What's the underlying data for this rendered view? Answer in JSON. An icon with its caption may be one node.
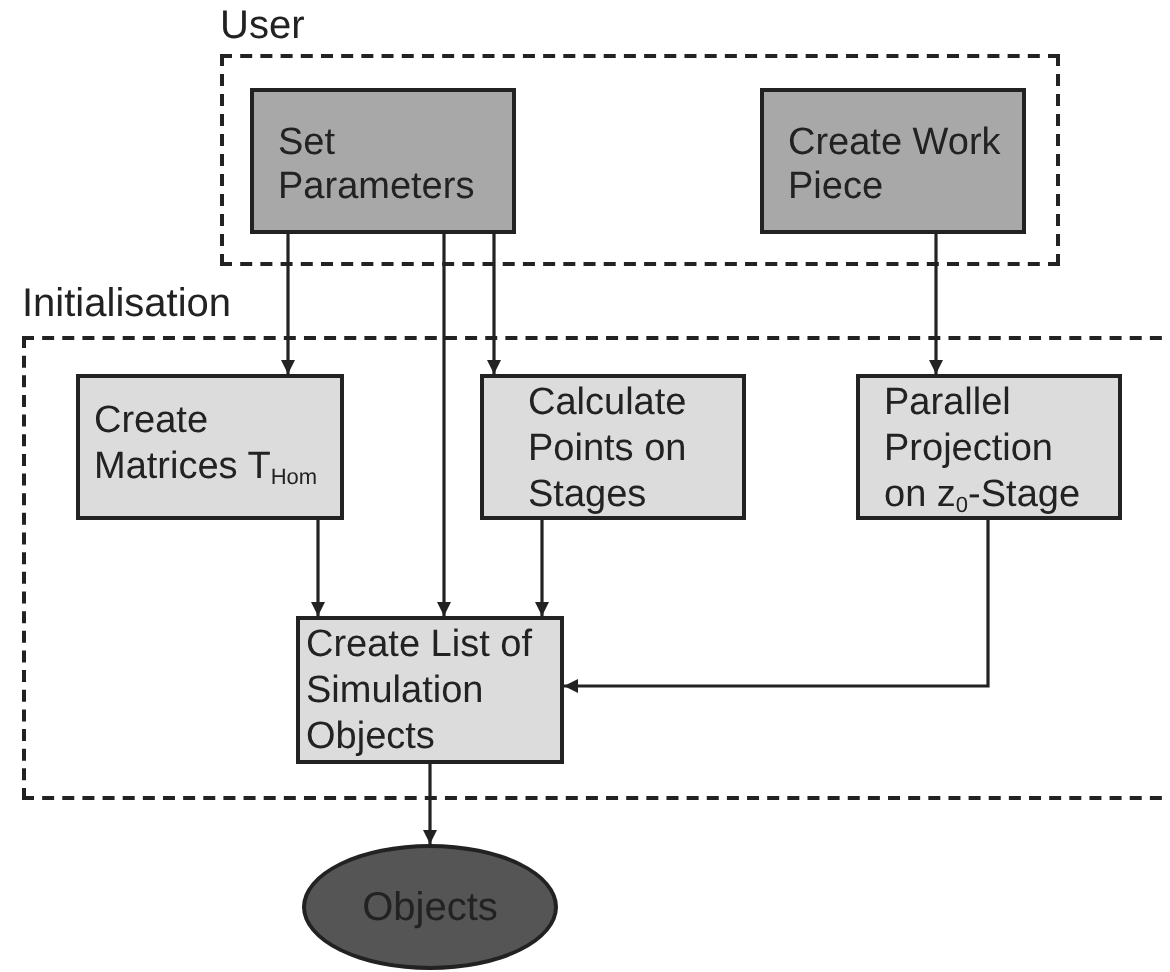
{
  "diagram": {
    "nodes": [
      {
        "text": [
          "User"
        ]
      },
      {
        "text": [
          "Set Parameters"
        ],
        "in": 0
      },
      {
        "text": [
          "Create Work Piece"
        ],
        "in": 0
      },
      {
        "text": [
          "Initialisation"
        ]
      },
      {
        "text": [
          "Create Matrices T$_{Hom}$"
        ],
        "in": 3
      },
      {
        "text": [
          "Calculate Points on Stages"
        ],
        "in": 3
      },
      {
        "text": [
          "Parallel Projection on z$_{0}$-Stage"
        ],
        "in": 3
      },
      {
        "text": [
          "Create List of Simulation Objects"
        ],
        "in": 3
      },
      {
        "text": [
          "Objects"
        ]
      }
    ],
    "edges": [
      {
        "from": 1,
        "to": 4,
        "arrow": "to"
      },
      {
        "from": 1,
        "to": 7,
        "arrow": "to"
      },
      {
        "from": 1,
        "to": 5,
        "arrow": "to"
      },
      {
        "from": 2,
        "to": 6,
        "arrow": "to"
      },
      {
        "from": 4,
        "to": 7,
        "arrow": "to"
      },
      {
        "from": 5,
        "to": 7,
        "arrow": "to"
      },
      {
        "from": 6,
        "to": 7,
        "arrow": "to"
      },
      {
        "from": 7,
        "to": 8,
        "arrow": "to"
      }
    ]
  }
}
